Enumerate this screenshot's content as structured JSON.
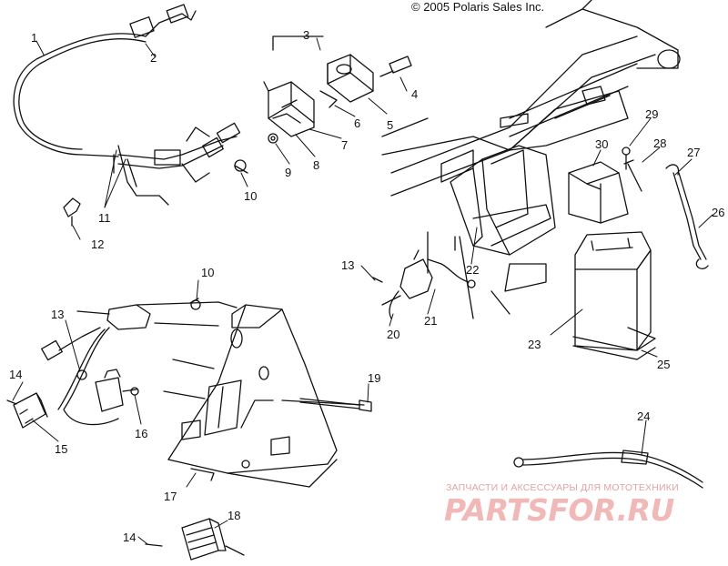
{
  "copyright": "© 2005 Polaris Sales Inc.",
  "watermark": {
    "tagline": "ЗАПЧАСТИ И АКСЕССУАРЫ ДЛЯ МОТОТЕХНИКИ",
    "brand": "PARTSFOR.RU",
    "color": "#f1b8b8"
  },
  "callouts": {
    "c1": "1",
    "c2": "2",
    "c3": "3",
    "c4": "4",
    "c5": "5",
    "c6": "6",
    "c7": "7",
    "c8": "8",
    "c9": "9",
    "c10a": "10",
    "c10b": "10",
    "c11": "11",
    "c12": "12",
    "c13a": "13",
    "c13b": "13",
    "c14a": "14",
    "c14b": "14",
    "c15": "15",
    "c16": "16",
    "c17": "17",
    "c18": "18",
    "c19": "19",
    "c20": "20",
    "c21": "21",
    "c22": "22",
    "c23": "23",
    "c24": "24",
    "c25": "25",
    "c26": "26",
    "c27": "27",
    "c28": "28",
    "c29": "29",
    "c30": "30"
  }
}
